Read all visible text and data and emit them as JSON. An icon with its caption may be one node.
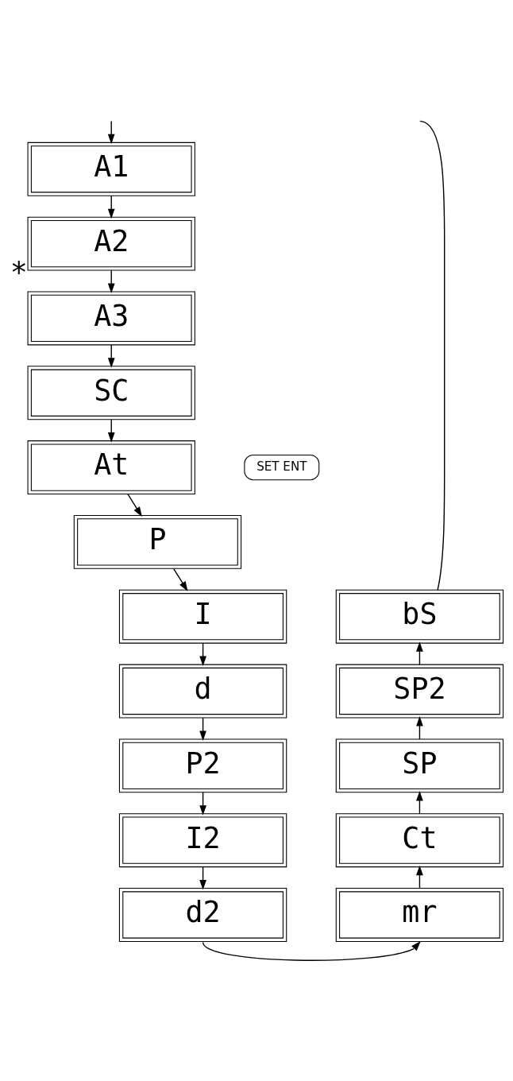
{
  "diagram": {
    "nodes": [
      {
        "text": [
          "A1"
        ]
      },
      {
        "text": [
          "A2"
        ]
      },
      {
        "text": [
          "A3"
        ],
        "beside": [
          "*"
        ]
      },
      {
        "text": [
          "SC"
        ]
      },
      {
        "text": [
          "At"
        ]
      },
      {
        "text": [
          "P"
        ]
      },
      {
        "text": [
          "I"
        ]
      },
      {
        "text": [
          "d"
        ]
      },
      {
        "text": [
          "P2"
        ]
      },
      {
        "text": [
          "I2"
        ]
      },
      {
        "text": [
          "d2"
        ]
      },
      {
        "text": [
          "bS"
        ]
      },
      {
        "text": [
          "SP2"
        ]
      },
      {
        "text": [
          "SP"
        ]
      },
      {
        "text": [
          "Ct"
        ]
      },
      {
        "text": [
          "mr"
        ]
      }
    ],
    "edges": [
      {
        "from": null,
        "to": 0,
        "arrow": "to"
      },
      {
        "from": 0,
        "to": 1,
        "arrow": "to"
      },
      {
        "from": 1,
        "to": 2,
        "arrow": "to"
      },
      {
        "from": 2,
        "to": 3,
        "arrow": "to"
      },
      {
        "from": 3,
        "to": 4,
        "arrow": "to"
      },
      {
        "from": 4,
        "to": 5,
        "arrow": "to"
      },
      {
        "from": 5,
        "to": 6,
        "arrow": "to"
      },
      {
        "from": 6,
        "to": 7,
        "arrow": "to"
      },
      {
        "from": 7,
        "to": 8,
        "arrow": "to"
      },
      {
        "from": 8,
        "to": 9,
        "arrow": "to"
      },
      {
        "from": 9,
        "to": 10,
        "arrow": "to"
      },
      {
        "from": 10,
        "to": 15,
        "arrow": "to"
      },
      {
        "from": 15,
        "to": 14,
        "arrow": "to"
      },
      {
        "from": 14,
        "to": 13,
        "arrow": "to"
      },
      {
        "from": 13,
        "to": 12,
        "arrow": "to"
      },
      {
        "from": 12,
        "to": 11,
        "arrow": "to"
      },
      {
        "from": 11,
        "to": null,
        "arrow": "none"
      }
    ],
    "labels": [
      "SET ENT"
    ]
  }
}
